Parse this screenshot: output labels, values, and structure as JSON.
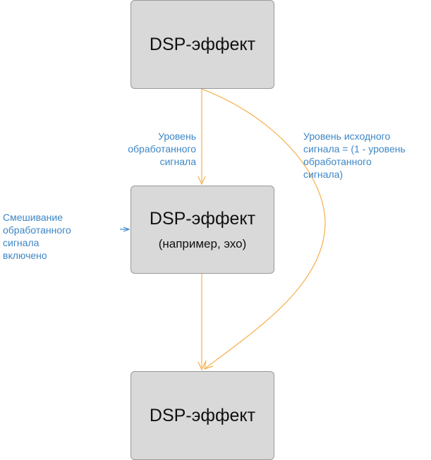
{
  "nodes": {
    "top": {
      "title": "DSP-эффект"
    },
    "middle": {
      "title": "DSP-эффект",
      "subtitle": "(например, эхо)"
    },
    "bottom": {
      "title": "DSP-эффект"
    }
  },
  "edges": {
    "processed_label": "Уровень\nобработанного\nсигнала",
    "source_label": "Уровень исходного\nсигнала = (1 - уровень\nобработанного\nсигнала)",
    "mix_label": "Смешивание\nобработанного\nсигнала\nвключено"
  },
  "colors": {
    "node_fill": "#d9d9d9",
    "node_border": "#9a9a9a",
    "edge": "#f5b04a",
    "label_text": "#3d86c6"
  }
}
